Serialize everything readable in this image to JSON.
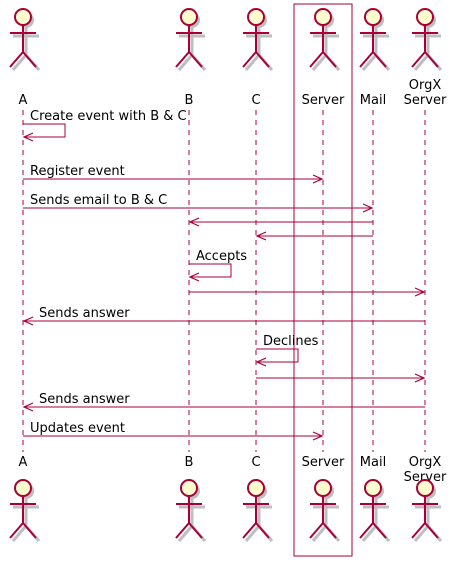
{
  "colors": {
    "actor_fill": "#FEFECE",
    "actor_stroke": "#A80036",
    "arrow": "#A80036",
    "lifeline": "#A80036",
    "box_stroke": "#A80036",
    "text": "#000000"
  },
  "participants": [
    {
      "id": "A",
      "lines": [
        "A"
      ]
    },
    {
      "id": "B",
      "lines": [
        "B"
      ]
    },
    {
      "id": "C",
      "lines": [
        "C"
      ]
    },
    {
      "id": "Server",
      "lines": [
        "Server"
      ],
      "boxed": true
    },
    {
      "id": "Mail",
      "lines": [
        "Mail"
      ]
    },
    {
      "id": "OrgX",
      "lines": [
        "OrgX",
        "Server"
      ]
    }
  ],
  "messages": [
    {
      "from": "A",
      "to": "A",
      "label": "Create event with B & C"
    },
    {
      "from": "A",
      "to": "Server",
      "label": "Register event"
    },
    {
      "from": "A",
      "to": "Mail",
      "label": "Sends email to B & C"
    },
    {
      "from": "Mail",
      "to": "B",
      "label": ""
    },
    {
      "from": "Mail",
      "to": "C",
      "label": ""
    },
    {
      "from": "B",
      "to": "B",
      "label": "Accepts"
    },
    {
      "from": "B",
      "to": "OrgX",
      "label": ""
    },
    {
      "from": "OrgX",
      "to": "A",
      "label": "Sends answer"
    },
    {
      "from": "C",
      "to": "C",
      "label": "Declines"
    },
    {
      "from": "C",
      "to": "OrgX",
      "label": ""
    },
    {
      "from": "OrgX",
      "to": "A",
      "label": "Sends answer"
    },
    {
      "from": "A",
      "to": "Server",
      "label": "Updates event"
    }
  ]
}
